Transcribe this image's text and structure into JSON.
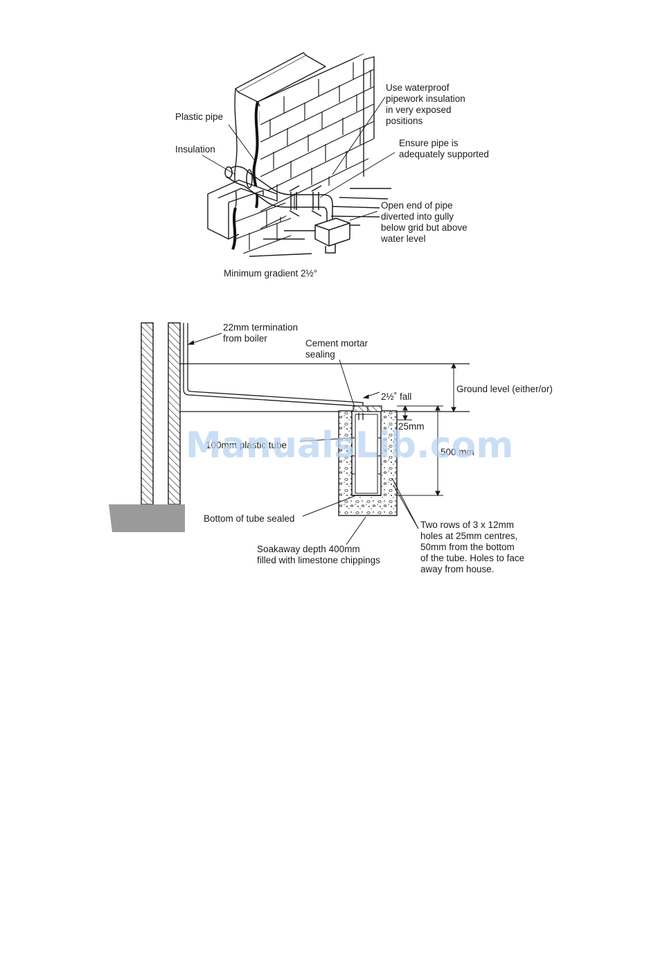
{
  "figure1": {
    "label_plastic_pipe": "Plastic pipe",
    "label_insulation": "Insulation",
    "label_waterproof": [
      "Use waterproof",
      "pipework insulation",
      "in very exposed",
      "positions"
    ],
    "label_supported": [
      "Ensure pipe is",
      "adequately supported"
    ],
    "label_open_end": [
      "Open end of pipe",
      "diverted into gully",
      "below grid but above",
      "water level"
    ],
    "label_gradient": "Minimum gradient 2½°"
  },
  "figure2": {
    "label_termination": [
      "22mm termination",
      "from boiler"
    ],
    "label_cement": [
      "Cement mortar",
      "sealing"
    ],
    "label_fall": "2½˚ fall",
    "label_ground": "Ground level (either/or)",
    "label_25mm": "25mm",
    "label_tube": "100mm plastic tube",
    "label_depth": "500 mm",
    "label_bottom_sealed": "Bottom of tube sealed",
    "label_soakaway": [
      "Soakaway depth 400mm",
      "filled with limestone chippings"
    ],
    "label_holes": [
      "Two rows of 3 x 12mm",
      "holes at 25mm centres,",
      "50mm from the bottom",
      "of the tube. Holes to face",
      "away from house."
    ]
  },
  "watermark": "ManualsLib.com"
}
